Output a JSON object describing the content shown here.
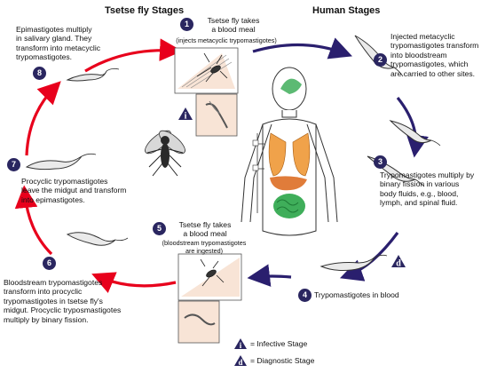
{
  "headers": {
    "tsetse": "Tsetse fly Stages",
    "human": "Human Stages"
  },
  "stages": [
    {
      "num": "1",
      "title": "Tsetse fly takes\na blood meal",
      "note": "(injects metacyclic trypomastigotes)"
    },
    {
      "num": "2",
      "text": "Injected metacyclic\ntrypomastigotes transform\ninto bloodstream\ntrypomastigotes, which\nare carried to other sites."
    },
    {
      "num": "3",
      "text": "Trypomastigotes multiply by\nbinary fission in various\nbody fluids, e.g., blood,\nlymph, and spinal fluid."
    },
    {
      "num": "4",
      "text": "Trypomastigotes in blood"
    },
    {
      "num": "5",
      "title": "Tsetse fly takes\na blood meal",
      "note": "(bloodstream trypomastigotes\nare ingested)"
    },
    {
      "num": "6",
      "text": "Bloodstream trypomastigotes\ntransform into procyclic\ntrypomastigotes in tsetse fly's\nmidgut. Procyclic tryposmastigotes\nmultiply by binary fission."
    },
    {
      "num": "7",
      "text": "Procyclic trypomastigotes\nleave the midgut and transform\ninto epimastigotes."
    },
    {
      "num": "8",
      "text": "Epimastigotes multiply\nin salivary gland. They\ntransform into metacyclic\ntrypomastigotes."
    }
  ],
  "markers": {
    "infective_letter": "i",
    "diagnostic_letter": "d"
  },
  "legend": {
    "infective": "= Infective Stage",
    "diagnostic": "= Diagnostic Stage"
  },
  "colors": {
    "tsetse_arrow": "#e8001c",
    "human_arrow": "#2a1f6e",
    "badge": "#2a2660",
    "inset_bg": "#f8e4d6",
    "lungs": "#f0a24a",
    "brain": "#3fae5a",
    "liver": "#e07c3a",
    "gut": "#3fae5a"
  }
}
